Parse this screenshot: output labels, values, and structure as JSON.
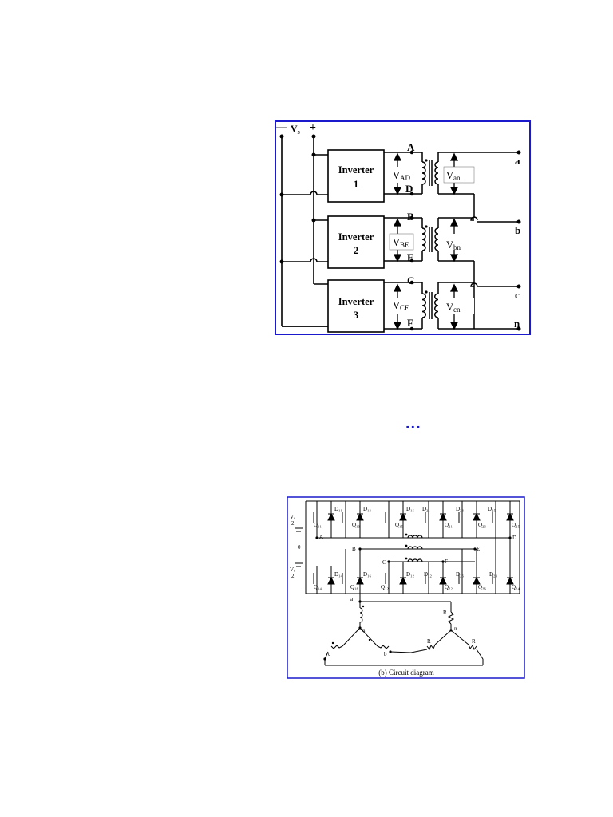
{
  "top_figure": {
    "frame_color": "#1a1acc",
    "source_label": "V",
    "source_sub": "s",
    "minus": "—",
    "plus": "+",
    "inverters": [
      {
        "name": "Inverter",
        "num": "1",
        "top": "A",
        "bot": "D",
        "primary_v": "V",
        "primary_sub": "AD",
        "secondary_v": "V",
        "secondary_sub": "an",
        "out": "a"
      },
      {
        "name": "Inverter",
        "num": "2",
        "top": "B",
        "bot": "E",
        "primary_v": "V",
        "primary_sub": "BE",
        "secondary_v": "V",
        "secondary_sub": "bn",
        "out": "b"
      },
      {
        "name": "Inverter",
        "num": "3",
        "top": "C",
        "bot": "F",
        "primary_v": "V",
        "primary_sub": "CF",
        "secondary_v": "V",
        "secondary_sub": "cn",
        "out": "c"
      }
    ],
    "neutral": "n"
  },
  "ellipsis": "...",
  "bottom_figure": {
    "frame_color": "#1a1acc",
    "caption": "(b) Circuit diagram",
    "vs_top": "V",
    "vs_top_sub": "s",
    "vs_half": "2",
    "zero": "0",
    "top_devices": [
      {
        "d": "D₁₁",
        "q": "Q₁₁"
      },
      {
        "d": "D₁₃",
        "q": "Q₁₃"
      },
      {
        "d": "D₁₅",
        "q": "Q₁₅"
      },
      {
        "d": "D₂₁",
        "q": "Q₂₁"
      },
      {
        "d": "D₂₃",
        "q": "Q₂₃"
      },
      {
        "d": "D₂₅",
        "q": "Q₂₅"
      }
    ],
    "bottom_devices": [
      {
        "d": "D₁₄",
        "q": "Q₁₄"
      },
      {
        "d": "D₁₆",
        "q": "Q₁₆"
      },
      {
        "d": "D₁₂",
        "q": "Q₁₂"
      },
      {
        "d": "D₂₂",
        "q": "Q₂₂"
      },
      {
        "d": "D₂₆",
        "q": "Q₂₆"
      },
      {
        "d": "D₂₄",
        "q": "Q₂₄"
      }
    ],
    "nodes_left": [
      "A",
      "B",
      "C"
    ],
    "nodes_right": [
      "D",
      "E",
      "F"
    ],
    "load_labels": {
      "a": "a",
      "b": "b",
      "c": "c",
      "n1": "n",
      "n2": "n",
      "r1": "R",
      "r2": "R",
      "r3": "R"
    }
  }
}
